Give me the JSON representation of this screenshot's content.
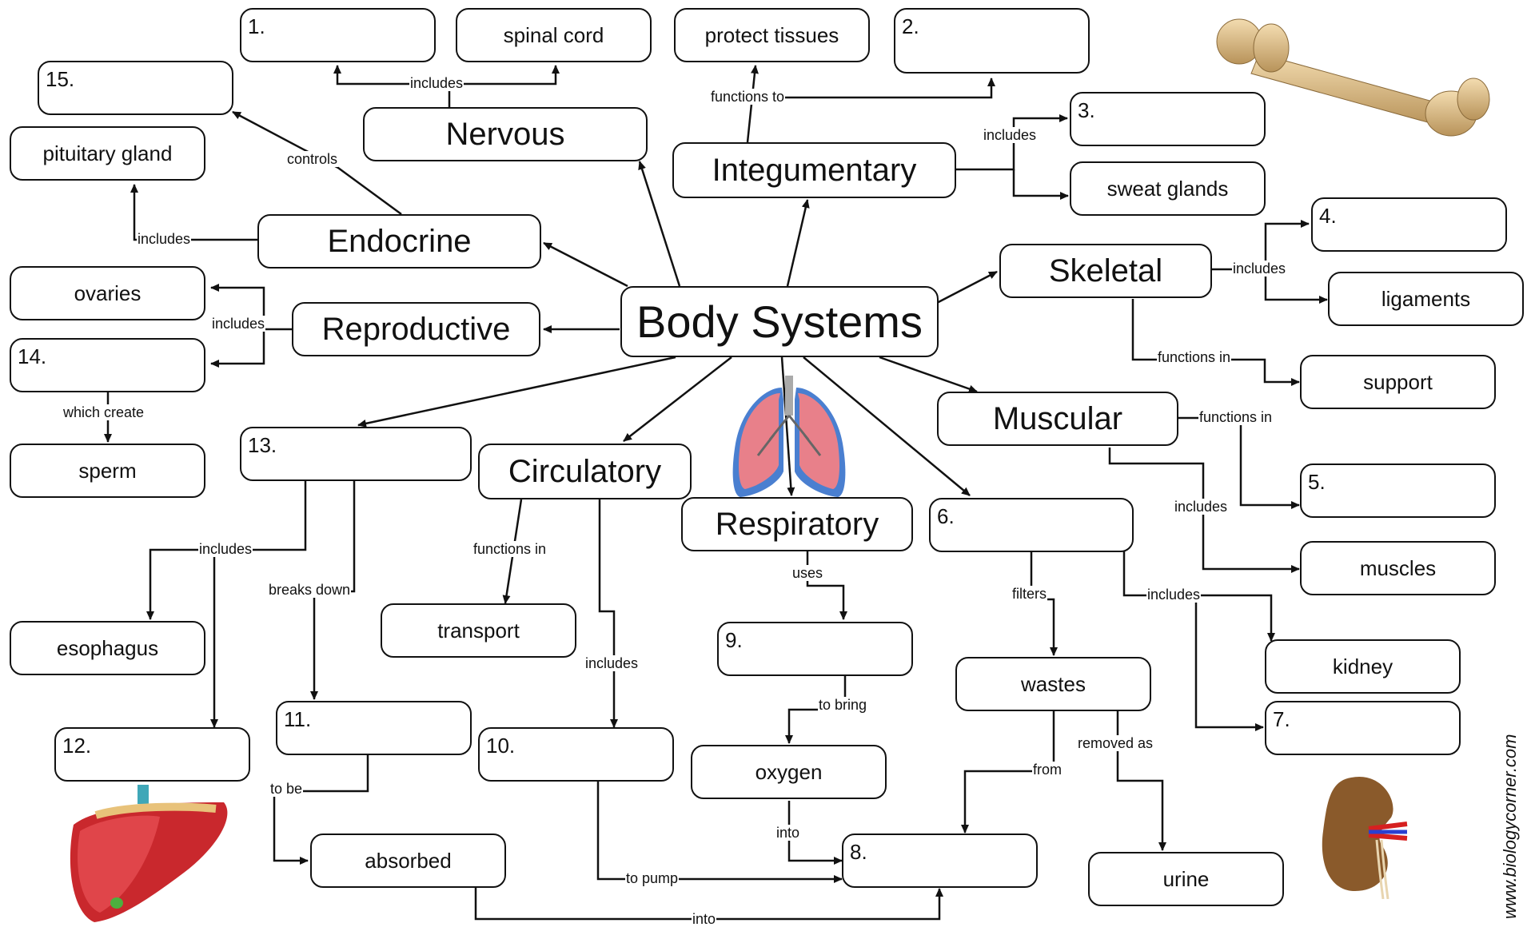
{
  "title": "Body Systems",
  "systems": {
    "nervous": "Nervous",
    "integumentary": "Integumentary",
    "endocrine": "Endocrine",
    "reproductive": "Reproductive",
    "skeletal": "Skeletal",
    "muscular": "Muscular",
    "circulatory": "Circulatory",
    "respiratory": "Respiratory"
  },
  "terms": {
    "spinal_cord": "spinal cord",
    "protect_tissues": "protect tissues",
    "pituitary_gland": "pituitary gland",
    "sweat_glands": "sweat glands",
    "ovaries": "ovaries",
    "ligaments": "ligaments",
    "sperm": "sperm",
    "support": "support",
    "muscles": "muscles",
    "esophagus": "esophagus",
    "transport": "transport",
    "wastes": "wastes",
    "kidney": "kidney",
    "oxygen": "oxygen",
    "absorbed": "absorbed",
    "urine": "urine"
  },
  "blanks": {
    "b1": "1.",
    "b2": "2.",
    "b3": "3.",
    "b4": "4.",
    "b5": "5.",
    "b6": "6.",
    "b7": "7.",
    "b8": "8.",
    "b9": "9.",
    "b10": "10.",
    "b11": "11.",
    "b12": "12.",
    "b13": "13.",
    "b14": "14.",
    "b15": "15."
  },
  "links": {
    "includes": "includes",
    "functions_to": "functions to",
    "controls": "controls",
    "functions_in": "functions in",
    "which_create": "which create",
    "breaks_down": "breaks down",
    "uses": "uses",
    "filters": "filters",
    "to_bring": "to bring",
    "removed_as": "removed as",
    "from": "from",
    "to_be": "to be",
    "into": "into",
    "to_pump": "to pump"
  },
  "credit": "www.biologycorner.com",
  "images": [
    "bone-image",
    "lungs-image",
    "liver-image",
    "kidney-image"
  ]
}
